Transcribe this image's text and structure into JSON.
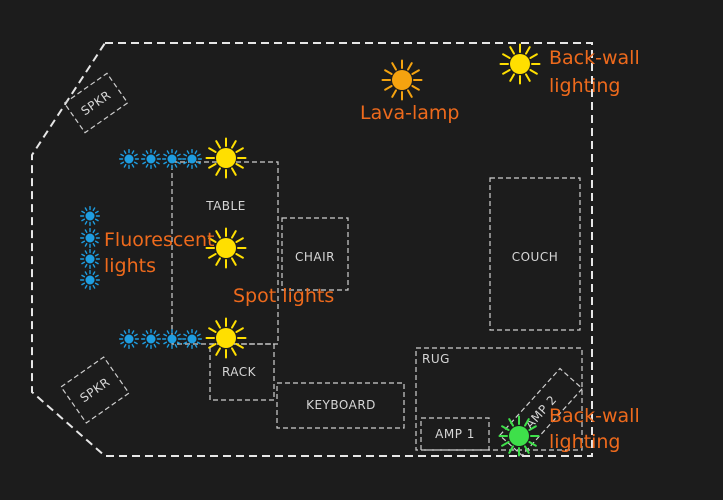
{
  "furniture": {
    "spkr_top": "SPKR",
    "spkr_bottom": "SPKR",
    "table": "TABLE",
    "chair": "CHAIR",
    "couch": "COUCH",
    "rack": "RACK",
    "keyboard": "KEYBOARD",
    "rug": "RUG",
    "amp1": "AMP 1",
    "amp2": "AMP 2"
  },
  "annotations": {
    "lava_lamp": "Lava-lamp",
    "back_wall_top": [
      "Back-wall",
      "lighting"
    ],
    "fluorescent": [
      "Fluorescent",
      "lights"
    ],
    "spot_lights": "Spot lights",
    "back_wall_bottom": [
      "Back-wall",
      "lighting"
    ]
  },
  "colors": {
    "background": "#1c1c1c",
    "outline": "#e6e6e6",
    "annotation_text": "#ee6a1c",
    "sun_yellow": "#ffdf00",
    "lava_orange": "#f5a30f",
    "fluorescent_blue": "#1e9de0",
    "green_light": "#3ee04a"
  },
  "icons": {
    "spot_light": "sun-icon",
    "fluorescent_light": "small-sun-icon"
  }
}
